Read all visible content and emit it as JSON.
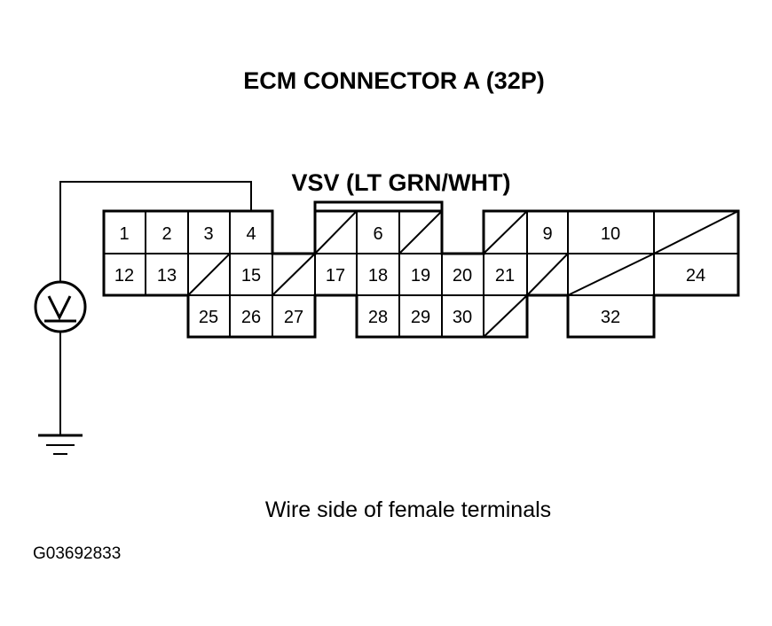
{
  "title": "ECM CONNECTOR A (32P)",
  "signal_label": "VSV (LT GRN/WHT)",
  "caption": "Wire side of female terminals",
  "figure_code": "G03692833",
  "icons": {
    "meter": "voltmeter-icon",
    "ground": "ground-icon"
  },
  "pins": {
    "p1": "1",
    "p2": "2",
    "p3": "3",
    "p4": "4",
    "p6": "6",
    "p9": "9",
    "p10": "10",
    "p12": "12",
    "p13": "13",
    "p15": "15",
    "p17": "17",
    "p18": "18",
    "p19": "19",
    "p20": "20",
    "p21": "21",
    "p24": "24",
    "p25": "25",
    "p26": "26",
    "p27": "27",
    "p28": "28",
    "p29": "29",
    "p30": "30",
    "p32": "32"
  }
}
